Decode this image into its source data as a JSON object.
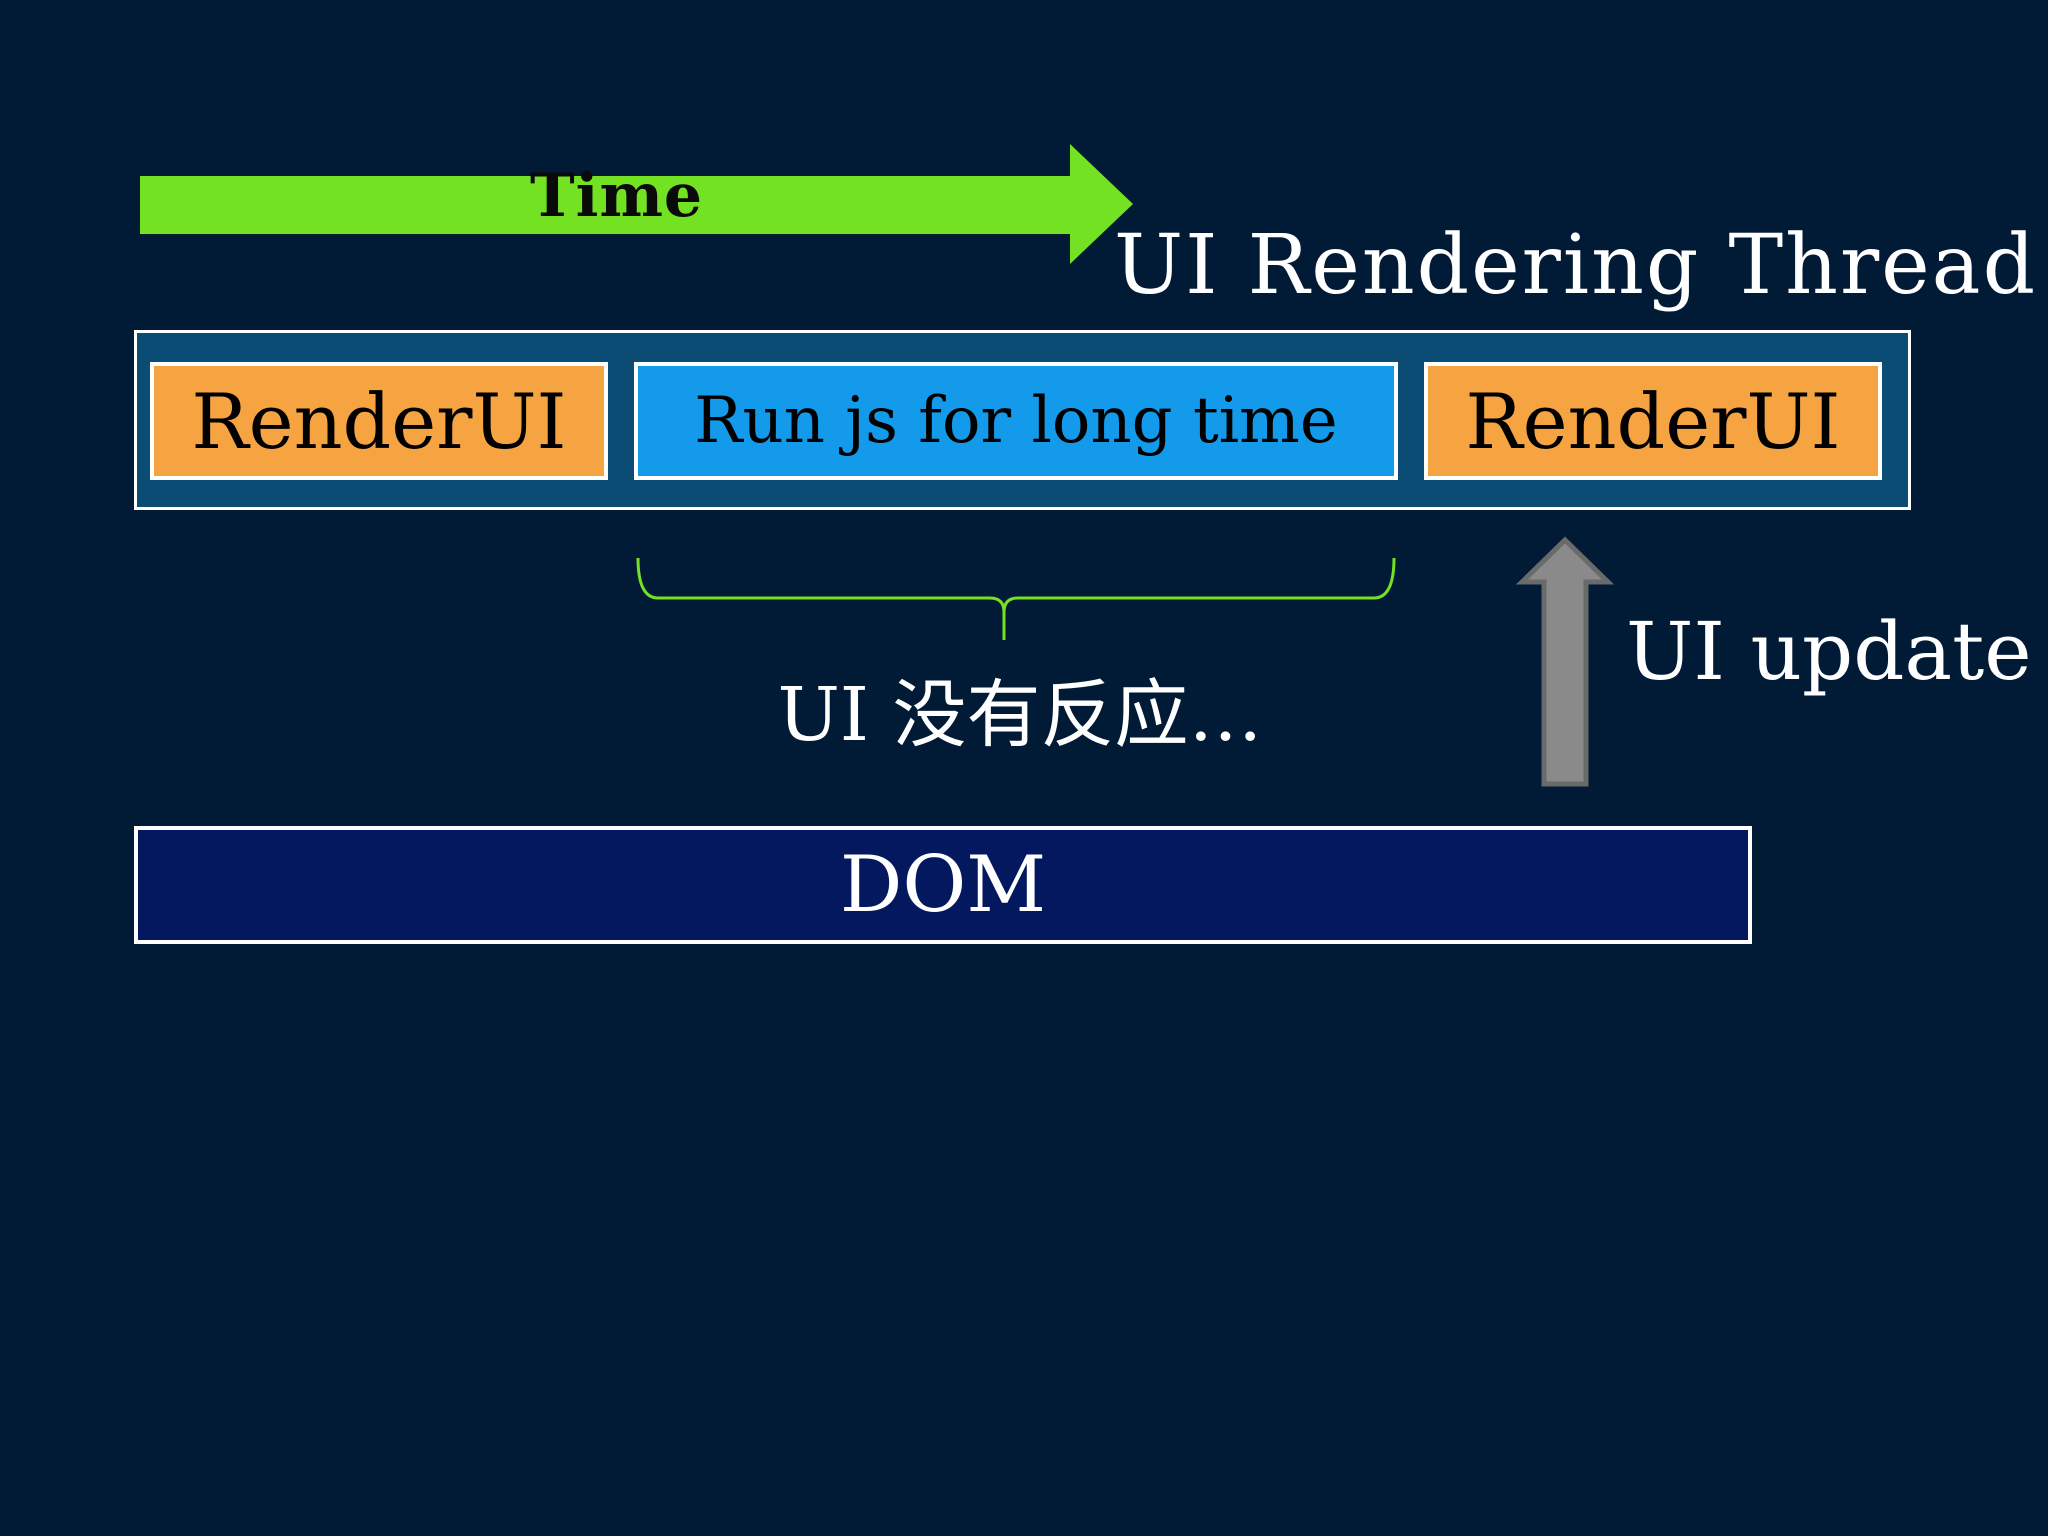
{
  "time_arrow": {
    "label": "Time",
    "color": "#72e222"
  },
  "thread": {
    "title": "UI Rendering Thread",
    "blocks": [
      {
        "label": "RenderUI",
        "color": "#f5a441"
      },
      {
        "label": "Run js for long time",
        "color": "#139aea"
      },
      {
        "label": "RenderUI",
        "color": "#f5a441"
      }
    ]
  },
  "annotation": {
    "brace_color": "#72e222",
    "text": "UI 没有反应…"
  },
  "update": {
    "label": "UI update",
    "arrow_color": "#8a8a8a"
  },
  "dom": {
    "label": "DOM"
  },
  "colors": {
    "background": "#011a35",
    "thread_fill": "#0a4c74",
    "dom_fill": "#03185e"
  }
}
